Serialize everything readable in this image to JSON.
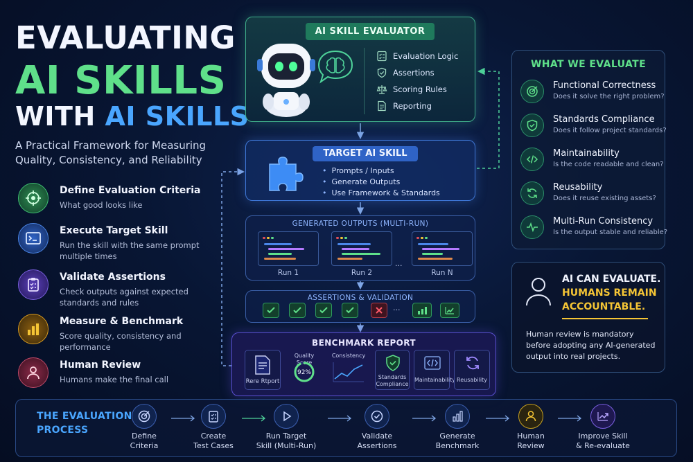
{
  "header": {
    "title_line1": "EVALUATING",
    "title_line2": "AI SKILLS",
    "title_line3_prefix": "WITH ",
    "title_line3_highlight": "AI SKILLS",
    "subtitle": "A Practical Framework for Measuring Quality, Consistency, and Reliability"
  },
  "steps": [
    {
      "title": "Define Evaluation Criteria",
      "desc": "What good looks like",
      "icon": "crosshair-icon",
      "color": "#2f9a5a"
    },
    {
      "title": "Execute Target Skill",
      "desc": "Run the skill with the same prompt multiple times",
      "icon": "terminal-icon",
      "color": "#2f63c6"
    },
    {
      "title": "Validate Assertions",
      "desc": "Check outputs against expected standards and rules",
      "icon": "clipboard-check-icon",
      "color": "#5a3fb8"
    },
    {
      "title": "Measure & Benchmark",
      "desc": "Score quality, consistency and performance",
      "icon": "bar-chart-icon",
      "color": "#c78a16"
    },
    {
      "title": "Human Review",
      "desc": "Humans make the final call",
      "icon": "user-icon",
      "color": "#b23a5a"
    }
  ],
  "evaluator": {
    "title": "AI SKILL EVALUATOR",
    "items": [
      "Evaluation Logic",
      "Assertions",
      "Scoring Rules",
      "Reporting"
    ]
  },
  "target": {
    "title": "TARGET AI SKILL",
    "items": [
      "Prompts / Inputs",
      "Generate Outputs",
      "Use Framework & Standards"
    ]
  },
  "outputs": {
    "title": "GENERATED OUTPUTS (MULTI-RUN)",
    "runs": [
      "Run 1",
      "Run 2",
      "Run N"
    ],
    "ellipsis": "..."
  },
  "assertions": {
    "title": "ASSERTIONS & VALIDATION",
    "ellipsis": "..."
  },
  "benchmark": {
    "title": "BENCHMARK REPORT",
    "report_label": "Rere Rtport",
    "quality_label": "Quality Score",
    "quality_value": "92%",
    "quality_fraction": 0.92,
    "consistency_label": "Consistency",
    "standards_label": "Standards Compliance",
    "maintainability_label": "Maintainability",
    "reusability_label": "Reusability"
  },
  "what": {
    "title": "WHAT WE EVALUATE",
    "criteria": [
      {
        "title": "Functional Correctness",
        "desc": "Does it solve the right problem?",
        "icon": "target-icon"
      },
      {
        "title": "Standards Compliance",
        "desc": "Does it follow project standards?",
        "icon": "shield-check-icon"
      },
      {
        "title": "Maintainability",
        "desc": "Is the code readable and clean?",
        "icon": "code-icon"
      },
      {
        "title": "Reusability",
        "desc": "Does it reuse existing assets?",
        "icon": "refresh-icon"
      },
      {
        "title": "Multi-Run Consistency",
        "desc": "Is the output stable and reliable?",
        "icon": "pulse-icon"
      }
    ]
  },
  "human": {
    "line1": "AI CAN EVALUATE.",
    "line2": "HUMANS REMAIN",
    "line3": "ACCOUNTABLE.",
    "note": "Human review is mandatory before adopting any AI-generated output into real projects."
  },
  "process": {
    "title_line1": "THE EVALUATION",
    "title_line2": "PROCESS",
    "steps": [
      {
        "line1": "Define",
        "line2": "Criteria",
        "icon": "target-icon"
      },
      {
        "line1": "Create",
        "line2": "Test Cases",
        "icon": "checklist-icon"
      },
      {
        "line1": "Run Target",
        "line2": "Skill (Multi-Run)",
        "icon": "play-icon"
      },
      {
        "line1": "Validate",
        "line2": "Assertions",
        "icon": "check-circle-icon"
      },
      {
        "line1": "Generate",
        "line2": "Benchmark",
        "icon": "bar-chart-icon"
      },
      {
        "line1": "Human",
        "line2": "Review",
        "icon": "user-icon"
      },
      {
        "line1": "Improve Skill",
        "line2": "& Re-evaluate",
        "icon": "trend-up-icon"
      }
    ]
  },
  "colors": {
    "green": "#5fe08a",
    "blue": "#4aa6ff",
    "yellow": "#f5c535",
    "red": "#e0505a"
  }
}
